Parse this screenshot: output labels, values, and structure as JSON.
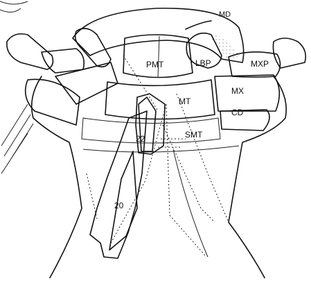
{
  "labels": {
    "md": "MD",
    "pmt": "PMT",
    "lbp": "LBP",
    "mxp": "MXP",
    "mt": "MT",
    "mx": "MX",
    "cd": "CD",
    "smt": "SMT",
    "n22": "22",
    "n20": "20"
  },
  "colors": {
    "ink": "#111111",
    "shade": "#9a9a9a",
    "paper": "#ffffff"
  }
}
